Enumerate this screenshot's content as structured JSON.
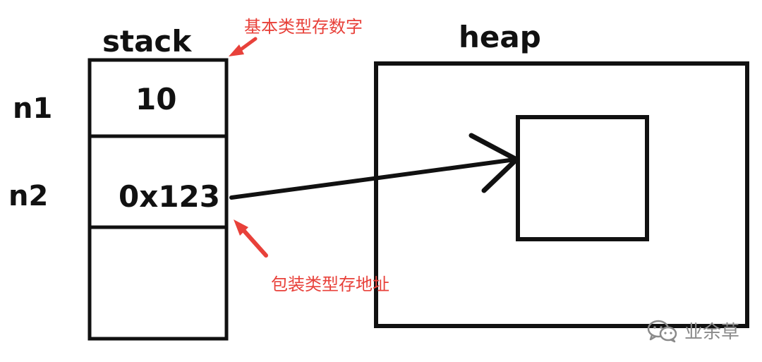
{
  "stack": {
    "title": "stack",
    "rows": [
      {
        "name": "n1",
        "value": "10"
      },
      {
        "name": "n2",
        "value": "0x123"
      },
      {
        "name": "",
        "value": ""
      }
    ]
  },
  "heap": {
    "title": "heap"
  },
  "annotations": {
    "primitive_note": "基本类型存数字",
    "wrapper_note": "包装类型存地址"
  },
  "watermark": {
    "icon": "wechat-icon",
    "text": "业余草"
  },
  "colors": {
    "ink": "#111111",
    "annotation": "#e8413a",
    "watermark": "#8a8a8a"
  }
}
